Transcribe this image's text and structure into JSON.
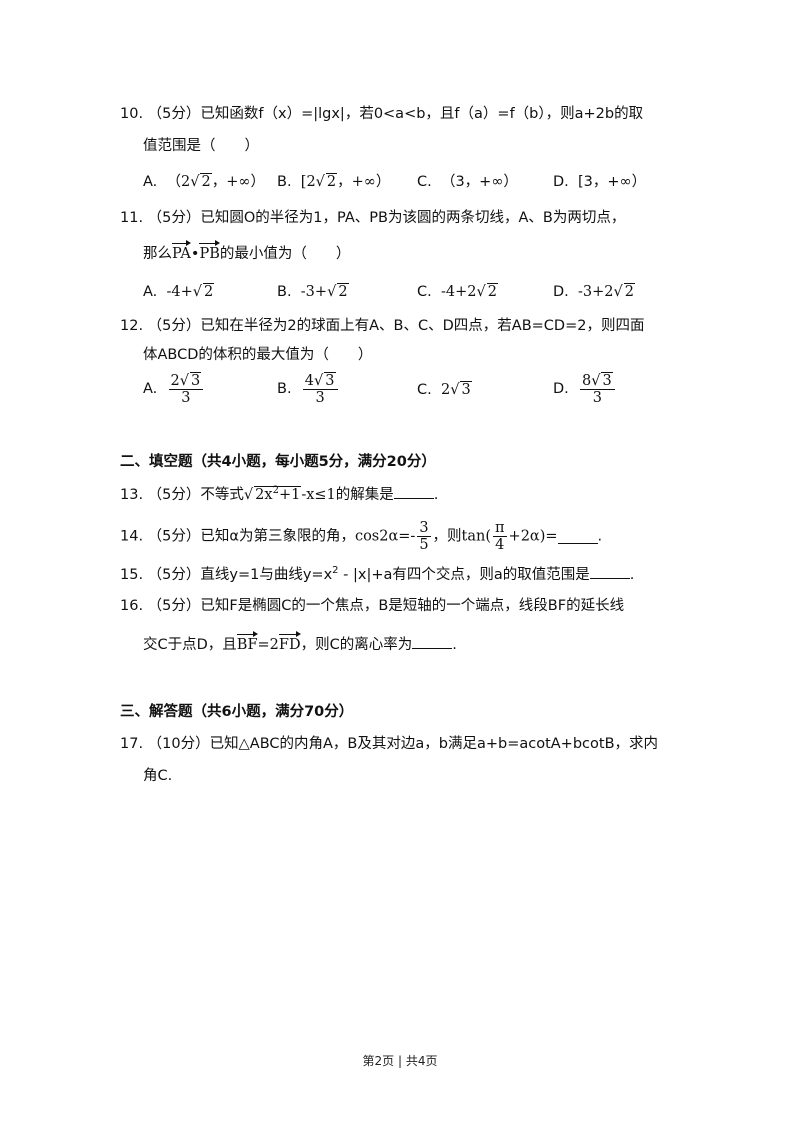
{
  "q10": {
    "line1": "10. （5分）已知函数f（x）=|lgx|，若0<a<b，且f（a）=f（b），则a+2b的取",
    "line2": "值范围是（　　）",
    "A_label": "A.",
    "A_pre": "（2",
    "A_rad": "2",
    "A_post": "，+∞）",
    "B_label": "B.",
    "B_pre": "[2",
    "B_rad": "2",
    "B_post": "，+∞）",
    "C_label": "C.",
    "C_text": "（3，+∞）",
    "D_label": "D.",
    "D_text": "[3，+∞）"
  },
  "q11": {
    "line1": "11. （5分）已知圆O的半径为1，PA、PB为该圆的两条切线，A、B为两切点，",
    "line2_pre": "那么",
    "vec1": "PA",
    "dot": "•",
    "vec2": "PB",
    "line2_post": "的最小值为（　　）",
    "A_label": "A.",
    "A_pre": "-4+",
    "A_rad": "2",
    "B_label": "B.",
    "B_pre": "-3+",
    "B_rad": "2",
    "C_label": "C.",
    "C_pre": "-4+2",
    "C_rad": "2",
    "D_label": "D.",
    "D_pre": "-3+2",
    "D_rad": "2"
  },
  "q12": {
    "line1": "12. （5分）已知在半径为2的球面上有A、B、C、D四点，若AB=CD=2，则四面",
    "line2": "体ABCD的体积的最大值为（　　）",
    "A_label": "A.",
    "A_num_pre": "2",
    "A_num_rad": "3",
    "A_den": "3",
    "B_label": "B.",
    "B_num_pre": "4",
    "B_num_rad": "3",
    "B_den": "3",
    "C_label": "C.",
    "C_pre": "2",
    "C_rad": "3",
    "D_label": "D.",
    "D_num_pre": "8",
    "D_num_rad": "3",
    "D_den": "3"
  },
  "sec2": "二、填空题（共4小题，每小题5分，满分20分）",
  "q13": {
    "pre": "13. （5分）不等式",
    "rad": "2x",
    "rad_sup": "2",
    "rad_post": "+1",
    "after": "-x≤1",
    "post": "的解集是",
    "end": "."
  },
  "q14": {
    "pre": "14. （5分）已知α为第三象限的角，",
    "cos": "cos2α=-",
    "f1_num": "3",
    "f1_den": "5",
    "mid": "，则",
    "tan": "tan(",
    "f2_num": "π",
    "f2_den": "4",
    "tan_post": "+2α)=",
    "end": "."
  },
  "q15": {
    "text": "15. （5分）直线y=1与曲线y=x",
    "sup": "2",
    "text2": " - |x|+a有四个交点，则a的取值范围是",
    "end": "."
  },
  "q16": {
    "line1": "16. （5分）已知F是椭圆C的一个焦点，B是短轴的一个端点，线段BF的延长线",
    "line2_pre": "交C于点D，且",
    "vec1": "BF",
    "mid": "=2",
    "vec2": "FD",
    "line2_post": "，则C的离心率为",
    "end": "."
  },
  "sec3": "三、解答题（共6小题，满分70分）",
  "q17": {
    "line1": "17. （10分）已知△ABC的内角A，B及其对边a，b满足a+b=acotA+bcotB，求内",
    "line2": "角C."
  },
  "footer": "第2页 | 共4页"
}
